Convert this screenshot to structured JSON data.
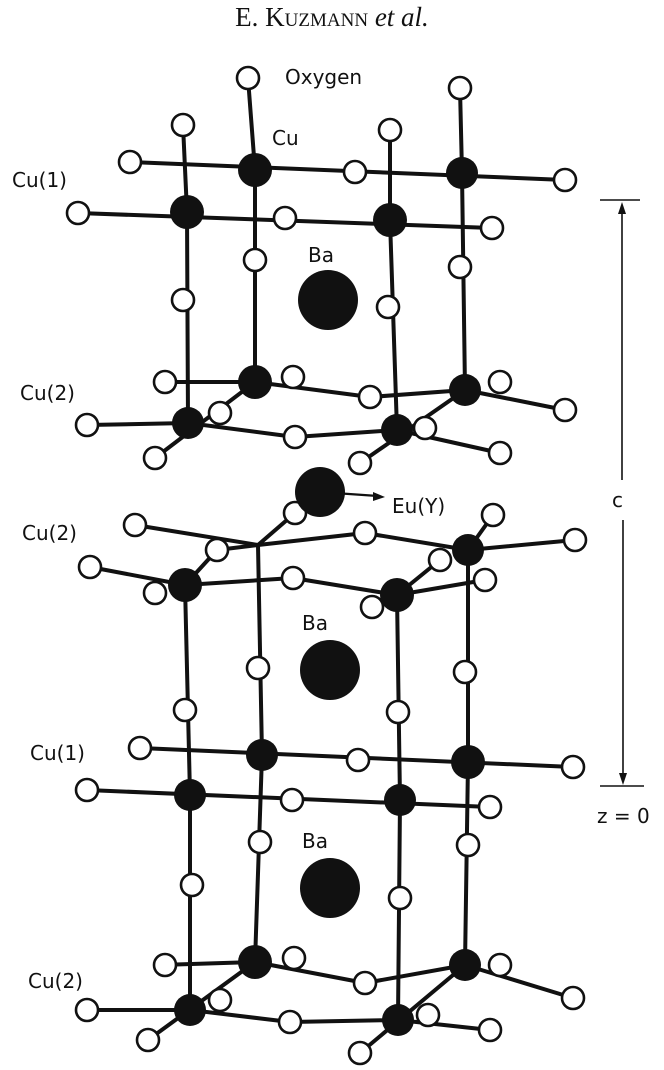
{
  "header": {
    "initial": "E. ",
    "surname": "Kuzmann",
    "etal": " et al."
  },
  "figure": {
    "labels": {
      "oxygen": "Oxygen",
      "cu": "Cu",
      "cu1_top": "Cu(1)",
      "cu2_a": "Cu(2)",
      "cu2_b": "Cu(2)",
      "cu1_bottom": "Cu(1)",
      "cu2_bottom": "Cu(2)",
      "ba_1": "Ba",
      "ba_2": "Ba",
      "ba_3": "Ba",
      "eu_y": "Eu(Y)",
      "c_axis": "c",
      "z_zero": "z = 0"
    },
    "colors": {
      "ink": "#111111",
      "background": "#ffffff"
    }
  }
}
